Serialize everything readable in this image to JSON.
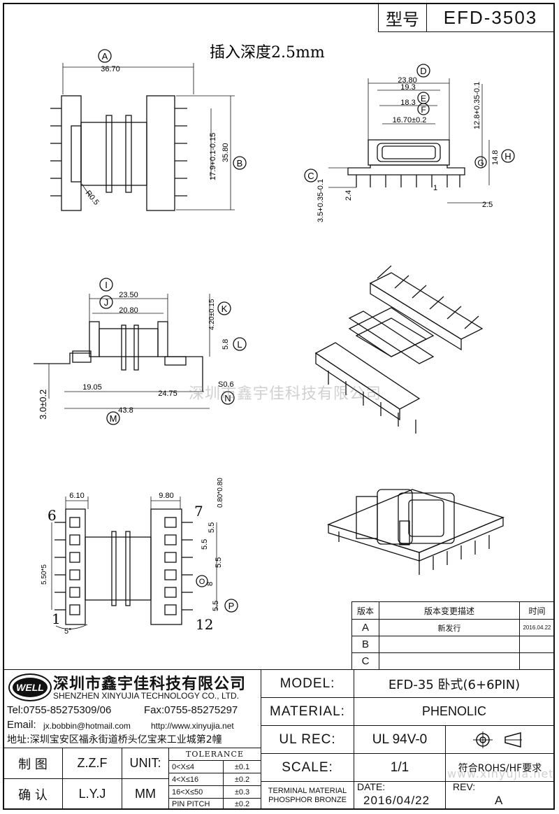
{
  "header": {
    "model_label": "型号",
    "model_value": "EFD-3503"
  },
  "drawing": {
    "insert_depth": "插入深度2.5mm",
    "top_view": {
      "A": "A",
      "A_dim": "36.70",
      "B": "B",
      "B_dim": "35.80",
      "pin_dim": "17.9+0.1-0.15",
      "radius": "R0.5"
    },
    "front_view": {
      "D": "D",
      "D_dim": "23.80",
      "E": "E",
      "E_dim": "19.3",
      "F": "F",
      "F_dim": "18.3",
      "w_dim": "16.70±0.2",
      "G": "G",
      "H": "H",
      "G_dim": "12.8+0.35-0.1",
      "H_dim": "14.8",
      "C": "C",
      "C_dim": "3.5+0.35-0.1",
      "d24": "2.4",
      "d1": "1",
      "d25": "2.5"
    },
    "side_view": {
      "I": "I",
      "I_dim": "23.50",
      "J": "J",
      "J_dim": "20.80",
      "K": "K",
      "K_dim": "4.20±0.15",
      "L": "L",
      "L_dim": "5.8",
      "h_dim": "3.0±0.2",
      "d1905": "19.05",
      "d2475": "24.75",
      "N": "N",
      "N_dim": "S0.6",
      "M": "M",
      "M_dim": "43.8"
    },
    "bottom_view": {
      "d610": "6.10",
      "d980": "9.80",
      "d080": "0.80*0.80",
      "pin6": "6",
      "pin7": "7",
      "pin1": "1",
      "pin12": "12",
      "pitch": "5.50*5",
      "d55a": "5.5",
      "d55b": "5.5",
      "d55c": "5.5",
      "d55d": "5.5",
      "O": "O",
      "O_dim": "8",
      "P": "P",
      "deg": "5°"
    }
  },
  "revision_table": {
    "headers": [
      "版本",
      "版本变更描述",
      "时间"
    ],
    "rows": [
      {
        "ver": "A",
        "desc": "新发行",
        "date": "2016.04.22"
      },
      {
        "ver": "B",
        "desc": "",
        "date": ""
      },
      {
        "ver": "C",
        "desc": "",
        "date": ""
      }
    ]
  },
  "company": {
    "logo_text": "WELL",
    "name_cn": "深圳市鑫宇佳科技有限公司",
    "name_en": "SHENZHEN XINYUJIA TECHNOLOGY CO., LTD.",
    "tel": "Tel:0755-85275309/06",
    "fax": "Fax:0755-85275297",
    "email_label": "Email:",
    "email": "jx.bobbin@hotmail.com",
    "web": "http://www.xinyujia.net",
    "address": "地址:深圳宝安区福永街道桥头亿宝来工业城第2幢"
  },
  "title_block": {
    "model_label": "MODEL:",
    "model_value": "EFD-35 卧式(6+6PIN)",
    "material_label": "MATERIAL:",
    "material_value": "PHENOLIC",
    "ul_label": "UL REC:",
    "ul_value": "UL 94V-0",
    "scale_label": "SCALE:",
    "scale_value": "1/1",
    "rohs": "符合ROHS/HF要求",
    "terminal_material_1": "TERMINAL MATERIAL",
    "terminal_material_2": "PHOSPHOR BRONZE",
    "date_label": "DATE:",
    "date_value": "2016/04/22",
    "rev_label": "REV:",
    "rev_value": "A",
    "draw_label": "制 图",
    "draw_value": "Z.Z.F",
    "check_label": "确 认",
    "check_value": "L.Y.J",
    "unit_label": "UNIT:",
    "unit_value": "MM"
  },
  "tolerance": {
    "title": "TOLERANCE",
    "rows": [
      {
        "range": "0<X≤4",
        "tol": "±0.1"
      },
      {
        "range": "4<X≤16",
        "tol": "±0.2"
      },
      {
        "range": "16<X≤50",
        "tol": "±0.3"
      },
      {
        "range": "PIN PITCH",
        "tol": "±0.2"
      }
    ]
  },
  "watermark": {
    "cn": "深圳市鑫宇佳科技有限公司",
    "url": "www.xinyujia.net"
  }
}
